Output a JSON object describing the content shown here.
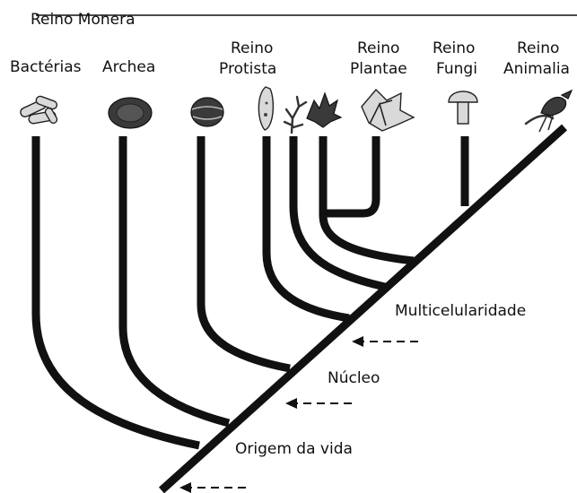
{
  "colors": {
    "line": "#111111",
    "icon_dark": "#3a3a3a",
    "icon_light": "#d9d9d9"
  },
  "labels": {
    "monera": "Reino Monera",
    "bacterias": "Bactérias",
    "archea": "Archea",
    "protista_1": "Reino",
    "protista_2": "Protista",
    "plantae_1": "Reino",
    "plantae_2": "Plantae",
    "fungi_1": "Reino",
    "fungi_2": "Fungi",
    "animalia_1": "Reino",
    "animalia_2": "Animalia"
  },
  "events": {
    "multicelularidade": "Multicelularidade",
    "nucleo": "Núcleo",
    "origem": "Origem da vida"
  },
  "icons": [
    "bacteria-icon",
    "archea-icon",
    "protist-cell-icon",
    "paramecium-icon",
    "seaweed-icon",
    "red-algae-icon",
    "plant-icon",
    "mushroom-icon",
    "bird-icon"
  ]
}
